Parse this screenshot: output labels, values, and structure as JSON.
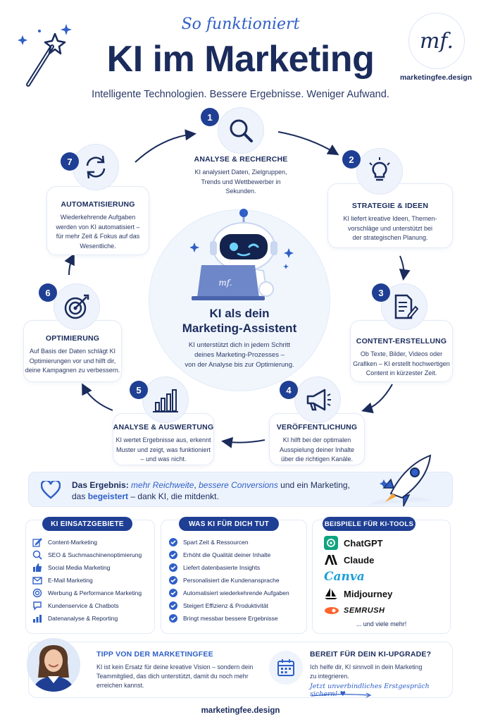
{
  "header": {
    "script_title": "So funktioniert",
    "title": "KI im Marketing",
    "subtitle": "Intelligente Technologien. Bessere Ergebnisse. Weniger Aufwand.",
    "logo_text": "mf.",
    "logo_url": "marketingfee.design"
  },
  "center": {
    "laptop_text": "mf.",
    "title_line1": "KI als dein",
    "title_line2": "Marketing-Assistent",
    "text_line1": "KI unterstützt dich in jedem Schritt",
    "text_line2": "deines Marketing-Prozesses –",
    "text_line3": "von der Analyse bis zur Optimierung."
  },
  "steps": [
    {
      "num": "1",
      "title": "ANALYSE & RECHERCHE",
      "l1": "KI analysiert Daten, Zielgruppen,",
      "l2": "Trends und Wettbewerber in",
      "l3": "Sekunden."
    },
    {
      "num": "2",
      "title": "STRATEGIE & IDEEN",
      "l1": "KI liefert kreative Ideen, Themen-",
      "l2": "vorschläge und unterstützt bei",
      "l3": "der strategischen Planung."
    },
    {
      "num": "3",
      "title": "CONTENT-ERSTELLUNG",
      "l1": "Ob Texte, Bilder, Videos oder",
      "l2": "Grafiken – KI erstellt hochwertigen",
      "l3": "Content in kürzester Zeit."
    },
    {
      "num": "4",
      "title": "VERÖFFENTLICHUNG",
      "l1": "KI hilft bei der optimalen",
      "l2": "Ausspielung deiner Inhalte",
      "l3": "über die richtigen Kanäle."
    },
    {
      "num": "5",
      "title": "ANALYSE & AUSWERTUNG",
      "l1": "KI wertet Ergebnisse aus, erkennt",
      "l2": "Muster und zeigt, was funktioniert",
      "l3": "– und was nicht."
    },
    {
      "num": "6",
      "title": "OPTIMIERUNG",
      "l1": "Auf Basis der Daten schlägt KI",
      "l2": "Optimierungen vor und hilft dir,",
      "l3": "deine Kampagnen zu verbessern."
    },
    {
      "num": "7",
      "title": "AUTOMATISIERUNG",
      "l1": "Wiederkehrende Aufgaben",
      "l2": "werden von KI automatisiert –",
      "l3": "für mehr Zeit & Fokus auf das",
      "l4": "Wesentliche."
    }
  ],
  "result": {
    "label": "Das Ergebnis:",
    "hl1": "mehr Reichweite",
    "sep1": ",",
    "hl2": "bessere Conversions",
    "mid": " und ein Marketing,",
    "line2a": "das ",
    "hl3": "begeistert",
    "line2b": " – dank KI, die mitdenkt."
  },
  "col1": {
    "title": "KI EINSATZGEBIETE",
    "items": [
      "Content-Marketing",
      "SEO & Suchmaschinenoptimierung",
      "Social Media Marketing",
      "E-Mail Marketing",
      "Werbung & Performance Marketing",
      "Kundenservice & Chatbots",
      "Datenanalyse & Reporting"
    ]
  },
  "col2": {
    "title": "WAS KI FÜR DICH TUT",
    "items": [
      "Spart Zeit & Ressourcen",
      "Erhöht die Qualität deiner Inhalte",
      "Liefert datenbasierte Insights",
      "Personalisiert die Kundenansprache",
      "Automatisiert wiederkehrende Aufgaben",
      "Steigert Effizienz & Produktivität",
      "Bringt messbar bessere Ergebnisse"
    ]
  },
  "col3": {
    "title": "BEISPIELE FÜR KI-TOOLS",
    "tools": [
      "ChatGPT",
      "Claude",
      "Canva",
      "Midjourney",
      "SEMRUSH"
    ],
    "more": "... und viele mehr!"
  },
  "tip": {
    "title": "TIPP VON DER MARKETINGFEE",
    "l1": "KI ist kein Ersatz für deine kreative Vision – sondern dein",
    "l2": "Teammitglied, das dich unterstützt, damit du noch mehr",
    "l3": "erreichen kannst."
  },
  "cta": {
    "title": "BEREIT FÜR DEIN KI-UPGRADE?",
    "l1": "Ich helfe dir, KI sinnvoll in dein Marketing",
    "l2": "zu integrieren.",
    "link": "Jetzt unverbindliches Erstgespräch sichern! ♥"
  },
  "footer": {
    "url": "marketingfee.design"
  },
  "colors": {
    "navy": "#1a2b5c",
    "accent": "#2f5fc7",
    "badge": "#1f3f94",
    "tint": "#eef3fc"
  }
}
